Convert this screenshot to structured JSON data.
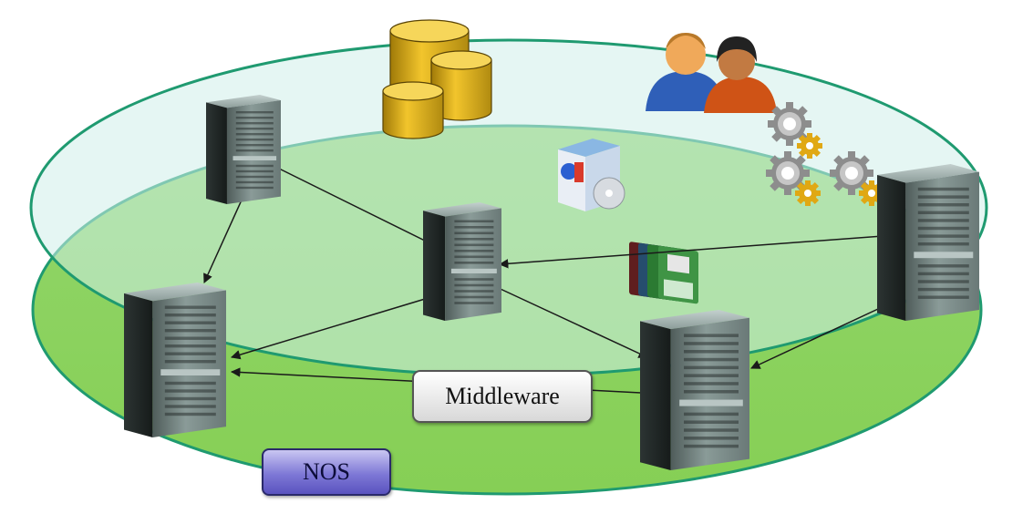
{
  "labels": {
    "middleware": "Middleware",
    "nos": "NOS"
  },
  "layers": [
    {
      "name": "nos-layer",
      "color": "#8cd35f"
    },
    {
      "name": "middleware-layer",
      "color": "#d4f2ef"
    }
  ],
  "colors": {
    "outline": "#1f9a70",
    "arrow": "#1a1a1a"
  },
  "icons": [
    "server-icon",
    "database-icon",
    "users-icon",
    "software-box-icon",
    "floppy-disks-icon",
    "gears-icon"
  ]
}
